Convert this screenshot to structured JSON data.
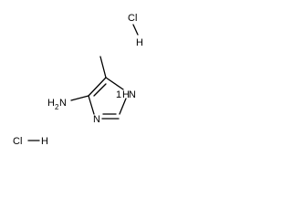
{
  "molecule": {
    "ring_labels": {
      "nh": "N",
      "nh_h": "H",
      "nh_prefix": "1",
      "n3": "N"
    },
    "amine_label": "H2N",
    "amine_parts": {
      "h": "H",
      "sub": "2",
      "n": "N"
    },
    "salts": [
      {
        "cl": "Cl",
        "h": "H"
      },
      {
        "cl": "Cl",
        "h": "H"
      }
    ]
  },
  "colors": {
    "ink": "#000000",
    "background": "#ffffff"
  }
}
